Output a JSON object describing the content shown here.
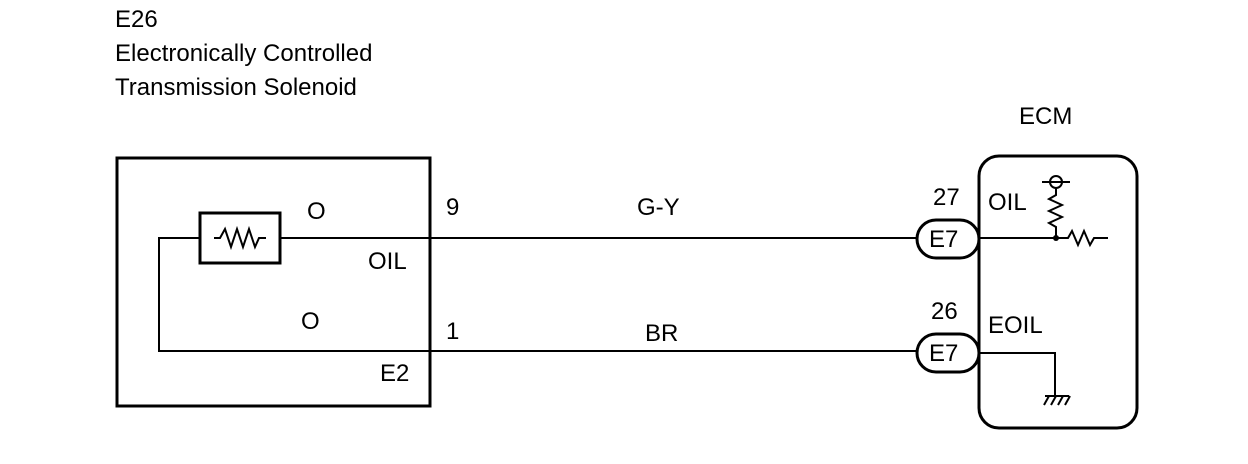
{
  "component": {
    "code": "E26",
    "name_line1": "Electronically Controlled",
    "name_line2": "Transmission Solenoid",
    "terminal_oil_label": "OIL",
    "terminal_e2_label": "E2",
    "marker_upper": "O",
    "marker_lower": "O"
  },
  "wires": [
    {
      "pin_left": "9",
      "color_code": "G-Y",
      "pin_right": "27",
      "connector": "E7",
      "ecm_terminal": "OIL"
    },
    {
      "pin_left": "1",
      "color_code": "BR",
      "pin_right": "26",
      "connector": "E7",
      "ecm_terminal": "EOIL"
    }
  ],
  "ecm": {
    "label": "ECM"
  }
}
